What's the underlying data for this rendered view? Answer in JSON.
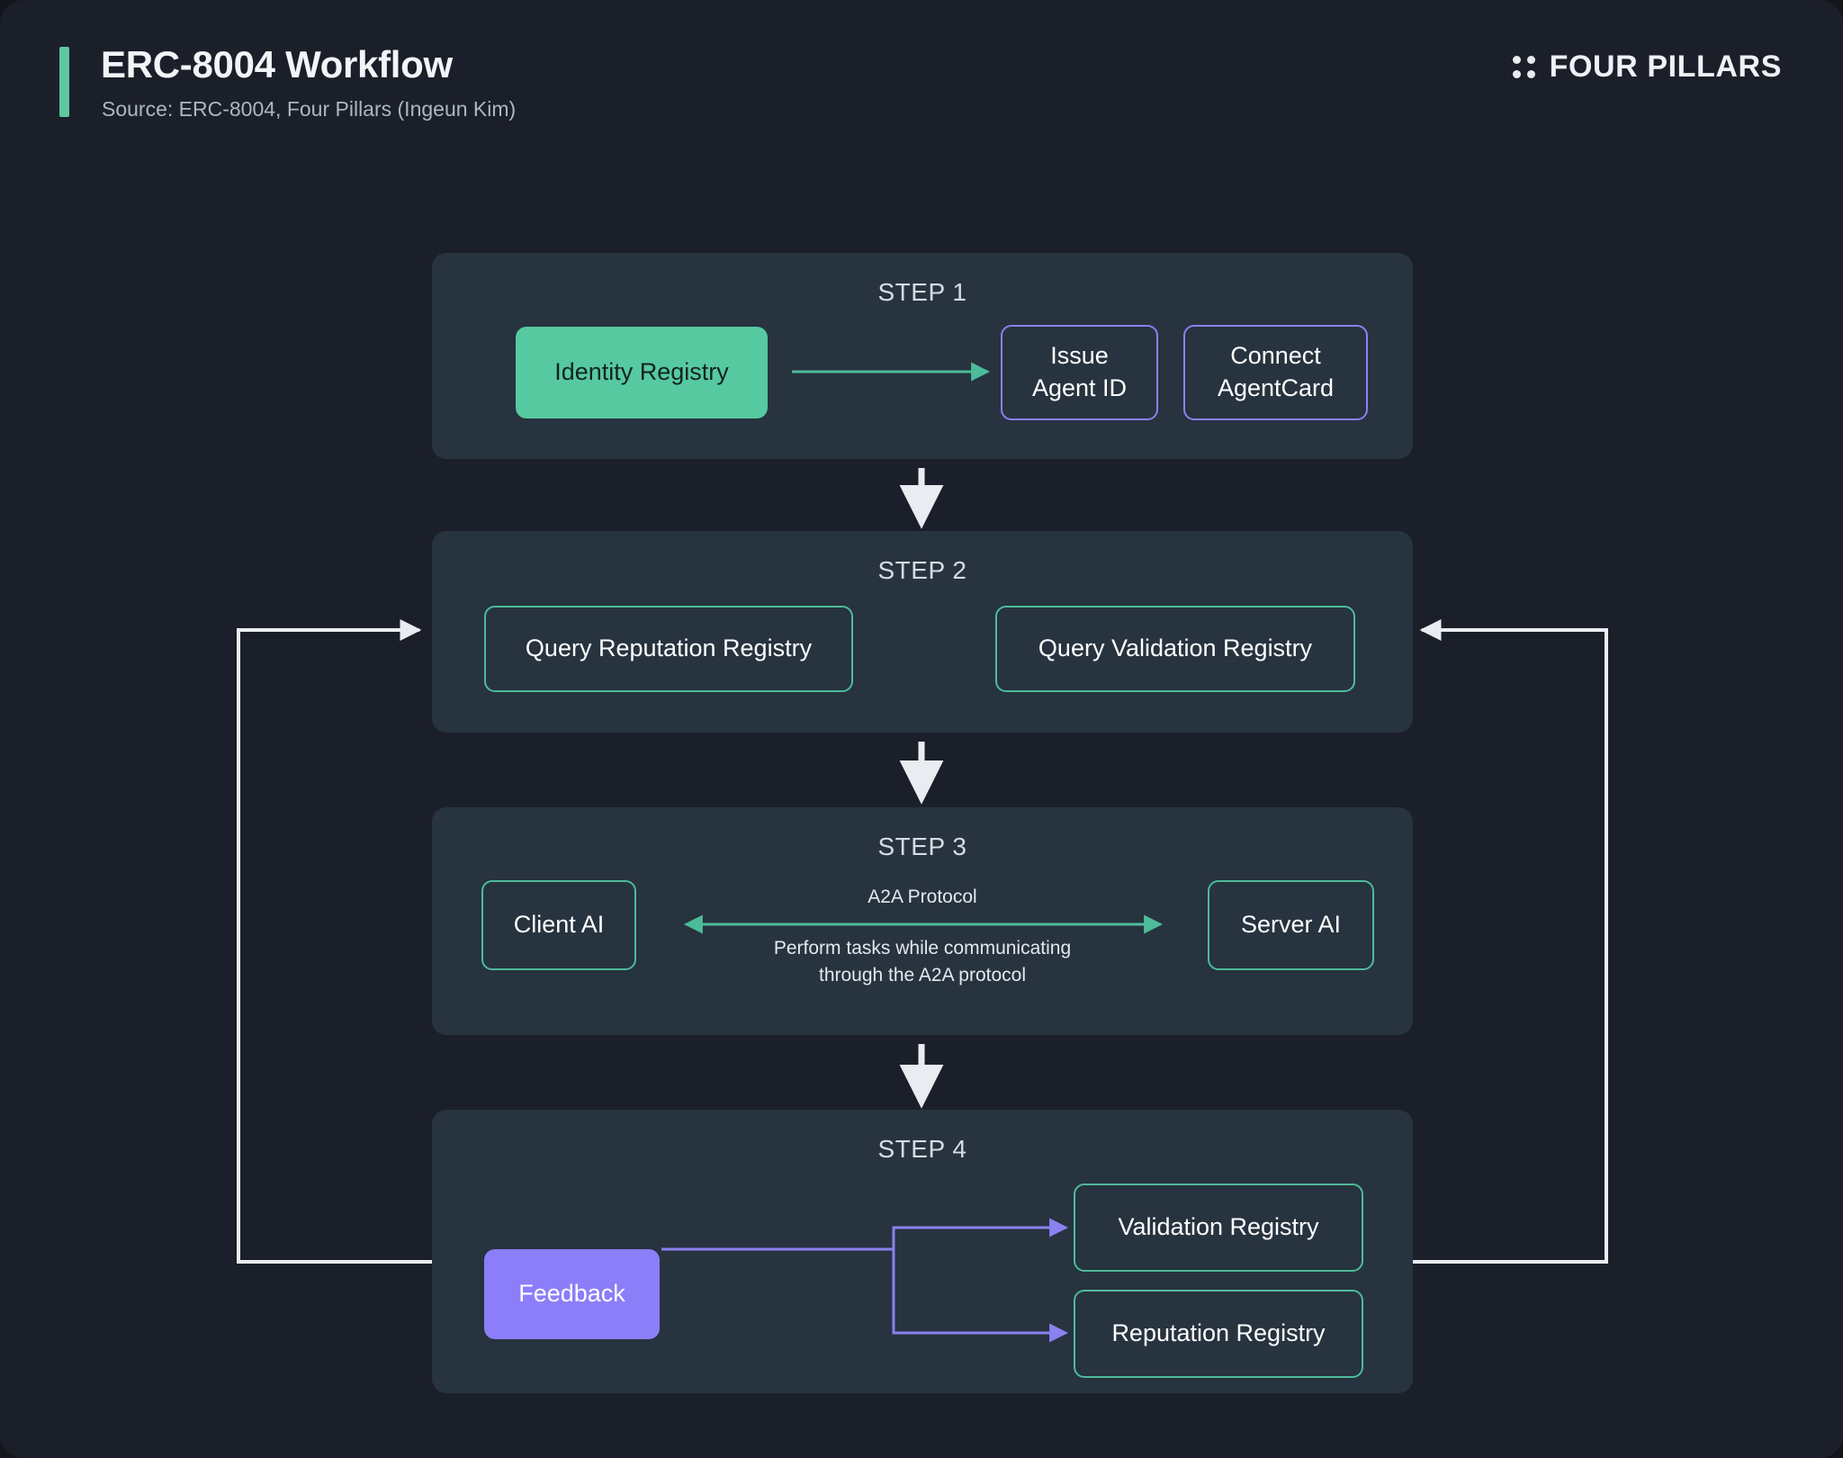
{
  "header": {
    "title": "ERC-8004 Workflow",
    "subtitle": "Source: ERC-8004, Four Pillars (Ingeun Kim)",
    "brand": "FOUR PILLARS",
    "accent_color": "#5ec79f"
  },
  "palette": {
    "page_background": "#1b1f29",
    "panel_background": "#27333f",
    "green_fill": "#56c9a0",
    "green_outline": "#4dbb9a",
    "purple_fill": "#8b7ef8",
    "purple_outline": "#8b80f0",
    "connector_white": "#e9ecf1",
    "teal_arrow": "#4dbb9a"
  },
  "diagram": {
    "type": "flowchart",
    "steps": [
      {
        "label": "STEP 1",
        "nodes": [
          {
            "id": "identity-registry",
            "text": "Identity Registry",
            "style": "green-fill"
          },
          {
            "id": "issue-agent-id",
            "text": "Issue\nAgent ID",
            "style": "purple-outline"
          },
          {
            "id": "connect-agentcard",
            "text": "Connect\nAgentCard",
            "style": "purple-outline"
          }
        ],
        "edges": [
          {
            "from": "identity-registry",
            "to": "issue-agent-id",
            "color": "teal",
            "direction": "right"
          }
        ]
      },
      {
        "label": "STEP 2",
        "nodes": [
          {
            "id": "query-reputation-registry",
            "text": "Query Reputation Registry",
            "style": "green-outline"
          },
          {
            "id": "query-validation-registry",
            "text": "Query Validation Registry",
            "style": "green-outline"
          }
        ],
        "edges": []
      },
      {
        "label": "STEP 3",
        "nodes": [
          {
            "id": "client-ai",
            "text": "Client AI",
            "style": "green-outline"
          },
          {
            "id": "server-ai",
            "text": "Server AI",
            "style": "green-outline"
          }
        ],
        "edges": [
          {
            "from": "client-ai",
            "to": "server-ai",
            "color": "teal",
            "direction": "both",
            "label_above": "A2A Protocol",
            "label_below": "Perform tasks while communicating\nthrough the A2A protocol"
          }
        ]
      },
      {
        "label": "STEP 4",
        "nodes": [
          {
            "id": "feedback",
            "text": "Feedback",
            "style": "purple-fill"
          },
          {
            "id": "validation-registry",
            "text": "Validation Registry",
            "style": "green-outline"
          },
          {
            "id": "reputation-registry",
            "text": "Reputation Registry",
            "style": "green-outline"
          }
        ],
        "edges": [
          {
            "from": "feedback",
            "to": "validation-registry",
            "color": "purple",
            "direction": "right"
          },
          {
            "from": "feedback",
            "to": "reputation-registry",
            "color": "purple",
            "direction": "right"
          }
        ]
      }
    ],
    "step_connectors": [
      {
        "from": "STEP 1",
        "to": "STEP 2",
        "color": "white",
        "direction": "down"
      },
      {
        "from": "STEP 2",
        "to": "STEP 3",
        "color": "white",
        "direction": "down"
      },
      {
        "from": "STEP 3",
        "to": "STEP 4",
        "color": "white",
        "direction": "down"
      }
    ],
    "feedback_loops": [
      {
        "id": "left-loop",
        "from": "STEP 4",
        "to": "STEP 2",
        "side": "left",
        "color": "white"
      },
      {
        "id": "right-loop",
        "from": "STEP 4",
        "to": "STEP 2",
        "side": "right",
        "color": "white"
      }
    ]
  }
}
